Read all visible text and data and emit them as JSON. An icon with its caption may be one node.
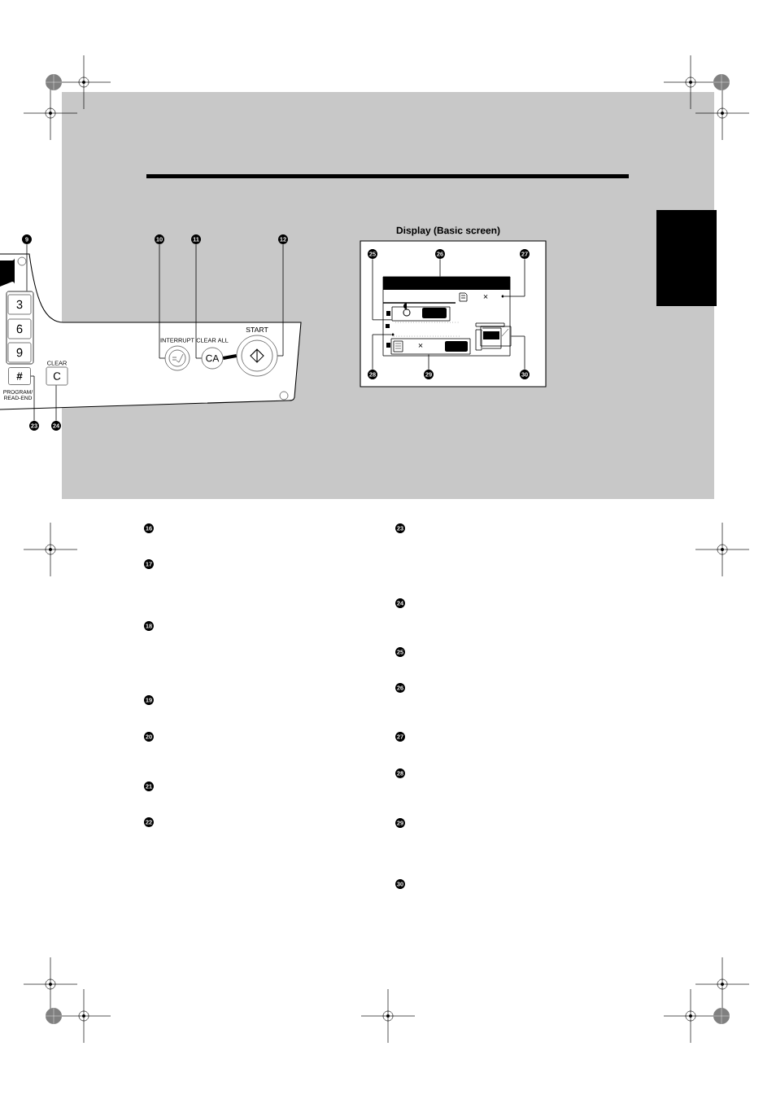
{
  "diagram": {
    "nodes": [
      {
        "text": [
          "9"
        ]
      },
      {
        "text": [
          "10"
        ]
      },
      {
        "text": [
          "11"
        ]
      },
      {
        "text": [
          "12"
        ]
      },
      {
        "text": [
          "23"
        ]
      },
      {
        "text": [
          "24"
        ]
      },
      {
        "text": [],
        "shape": "box"
      },
      {
        "text": [
          "INTERRUPT"
        ]
      },
      {
        "text": [
          "CLEAR ALL",
          "CA"
        ]
      },
      {
        "text": [
          "START"
        ]
      },
      {
        "text": [
          "#",
          "PROGRAM/ READ-END"
        ]
      },
      {
        "text": [
          "CLEAR",
          "C"
        ]
      },
      {
        "text": [
          "25"
        ]
      },
      {
        "text": [
          "26"
        ]
      },
      {
        "text": [
          "27"
        ]
      },
      {
        "text": [
          "28"
        ]
      },
      {
        "text": [
          "29"
        ]
      },
      {
        "text": [
          "30"
        ]
      },
      {
        "text": [],
        "shape": "box"
      },
      {
        "text": [],
        "shape": "bar"
      },
      {
        "text": [],
        "shape": "box"
      },
      {
        "text": [],
        "shape": "box"
      },
      {
        "text": [],
        "shape": "circle"
      },
      {
        "text": [],
        "shape": "circle"
      }
    ],
    "edges": [
      {
        "from": 0,
        "to": 6,
        "arrow": "none"
      },
      {
        "from": 1,
        "to": 7,
        "arrow": "none"
      },
      {
        "from": 2,
        "to": 8,
        "arrow": "none"
      },
      {
        "from": 3,
        "to": 9,
        "arrow": "none"
      },
      {
        "from": 4,
        "to": 10,
        "arrow": "none"
      },
      {
        "from": 5,
        "to": 11,
        "arrow": "none"
      },
      {
        "from": 12,
        "to": 18,
        "arrow": "none"
      },
      {
        "from": 13,
        "to": 19,
        "arrow": "none"
      },
      {
        "from": 14,
        "to": 22,
        "arrow": "none"
      },
      {
        "from": 15,
        "to": 23,
        "arrow": "none"
      },
      {
        "from": 16,
        "to": 20,
        "arrow": "none"
      },
      {
        "from": 17,
        "to": 21,
        "arrow": "none"
      },
      {
        "from": 8,
        "to": 9,
        "arrow": "none",
        "style": "thick"
      }
    ],
    "labels": [
      "Display (Basic screen)",
      "3",
      "6",
      "9",
      "×",
      "×",
      "16",
      "17",
      "18",
      "19",
      "20",
      "21",
      "22",
      "23",
      "24",
      "25",
      "26",
      "27",
      "28",
      "29",
      "30"
    ]
  }
}
